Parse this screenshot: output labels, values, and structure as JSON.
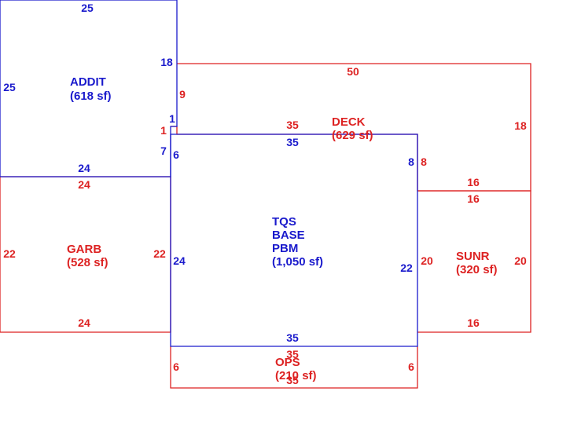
{
  "colors": {
    "blue": "#1a1acc",
    "red": "#dd2222",
    "background": "#ffffff"
  },
  "areas": {
    "addit": {
      "name": "ADDIT",
      "area": "(618 sf)"
    },
    "deck": {
      "name": "DECK",
      "area": "(629 sf)"
    },
    "garb": {
      "name": "GARB",
      "area": "(528 sf)"
    },
    "base": {
      "line1": "TQS",
      "line2": "BASE",
      "line3": "PBM",
      "area": "(1,050 sf)"
    },
    "sunr": {
      "name": "SUNR",
      "area": "(320 sf)"
    },
    "ops": {
      "name": "OPS",
      "area": "(210 sf)"
    }
  },
  "dimensions": {
    "addit_top": "25",
    "addit_left": "25",
    "addit_right_upper": "18",
    "addit_step": "1",
    "addit_right_lower": "7",
    "addit_bottom": "24",
    "deck_top": "50",
    "deck_left_upper": "9",
    "deck_left_step": "1",
    "deck_right": "18",
    "deck_bottom": "35",
    "deck_inner_right": "8",
    "base_top": "35",
    "base_left": "6",
    "base_right_upper": "8",
    "base_left_lower": "24",
    "base_right_lower": "22",
    "base_bottom": "35",
    "garb_top": "24",
    "garb_left": "22",
    "garb_right": "22",
    "garb_bottom": "24",
    "sunr_top_upper": "16",
    "sunr_top": "16",
    "sunr_left": "20",
    "sunr_right": "20",
    "sunr_bottom": "16",
    "ops_top": "35",
    "ops_left": "6",
    "ops_right": "6",
    "ops_bottom": "35"
  }
}
